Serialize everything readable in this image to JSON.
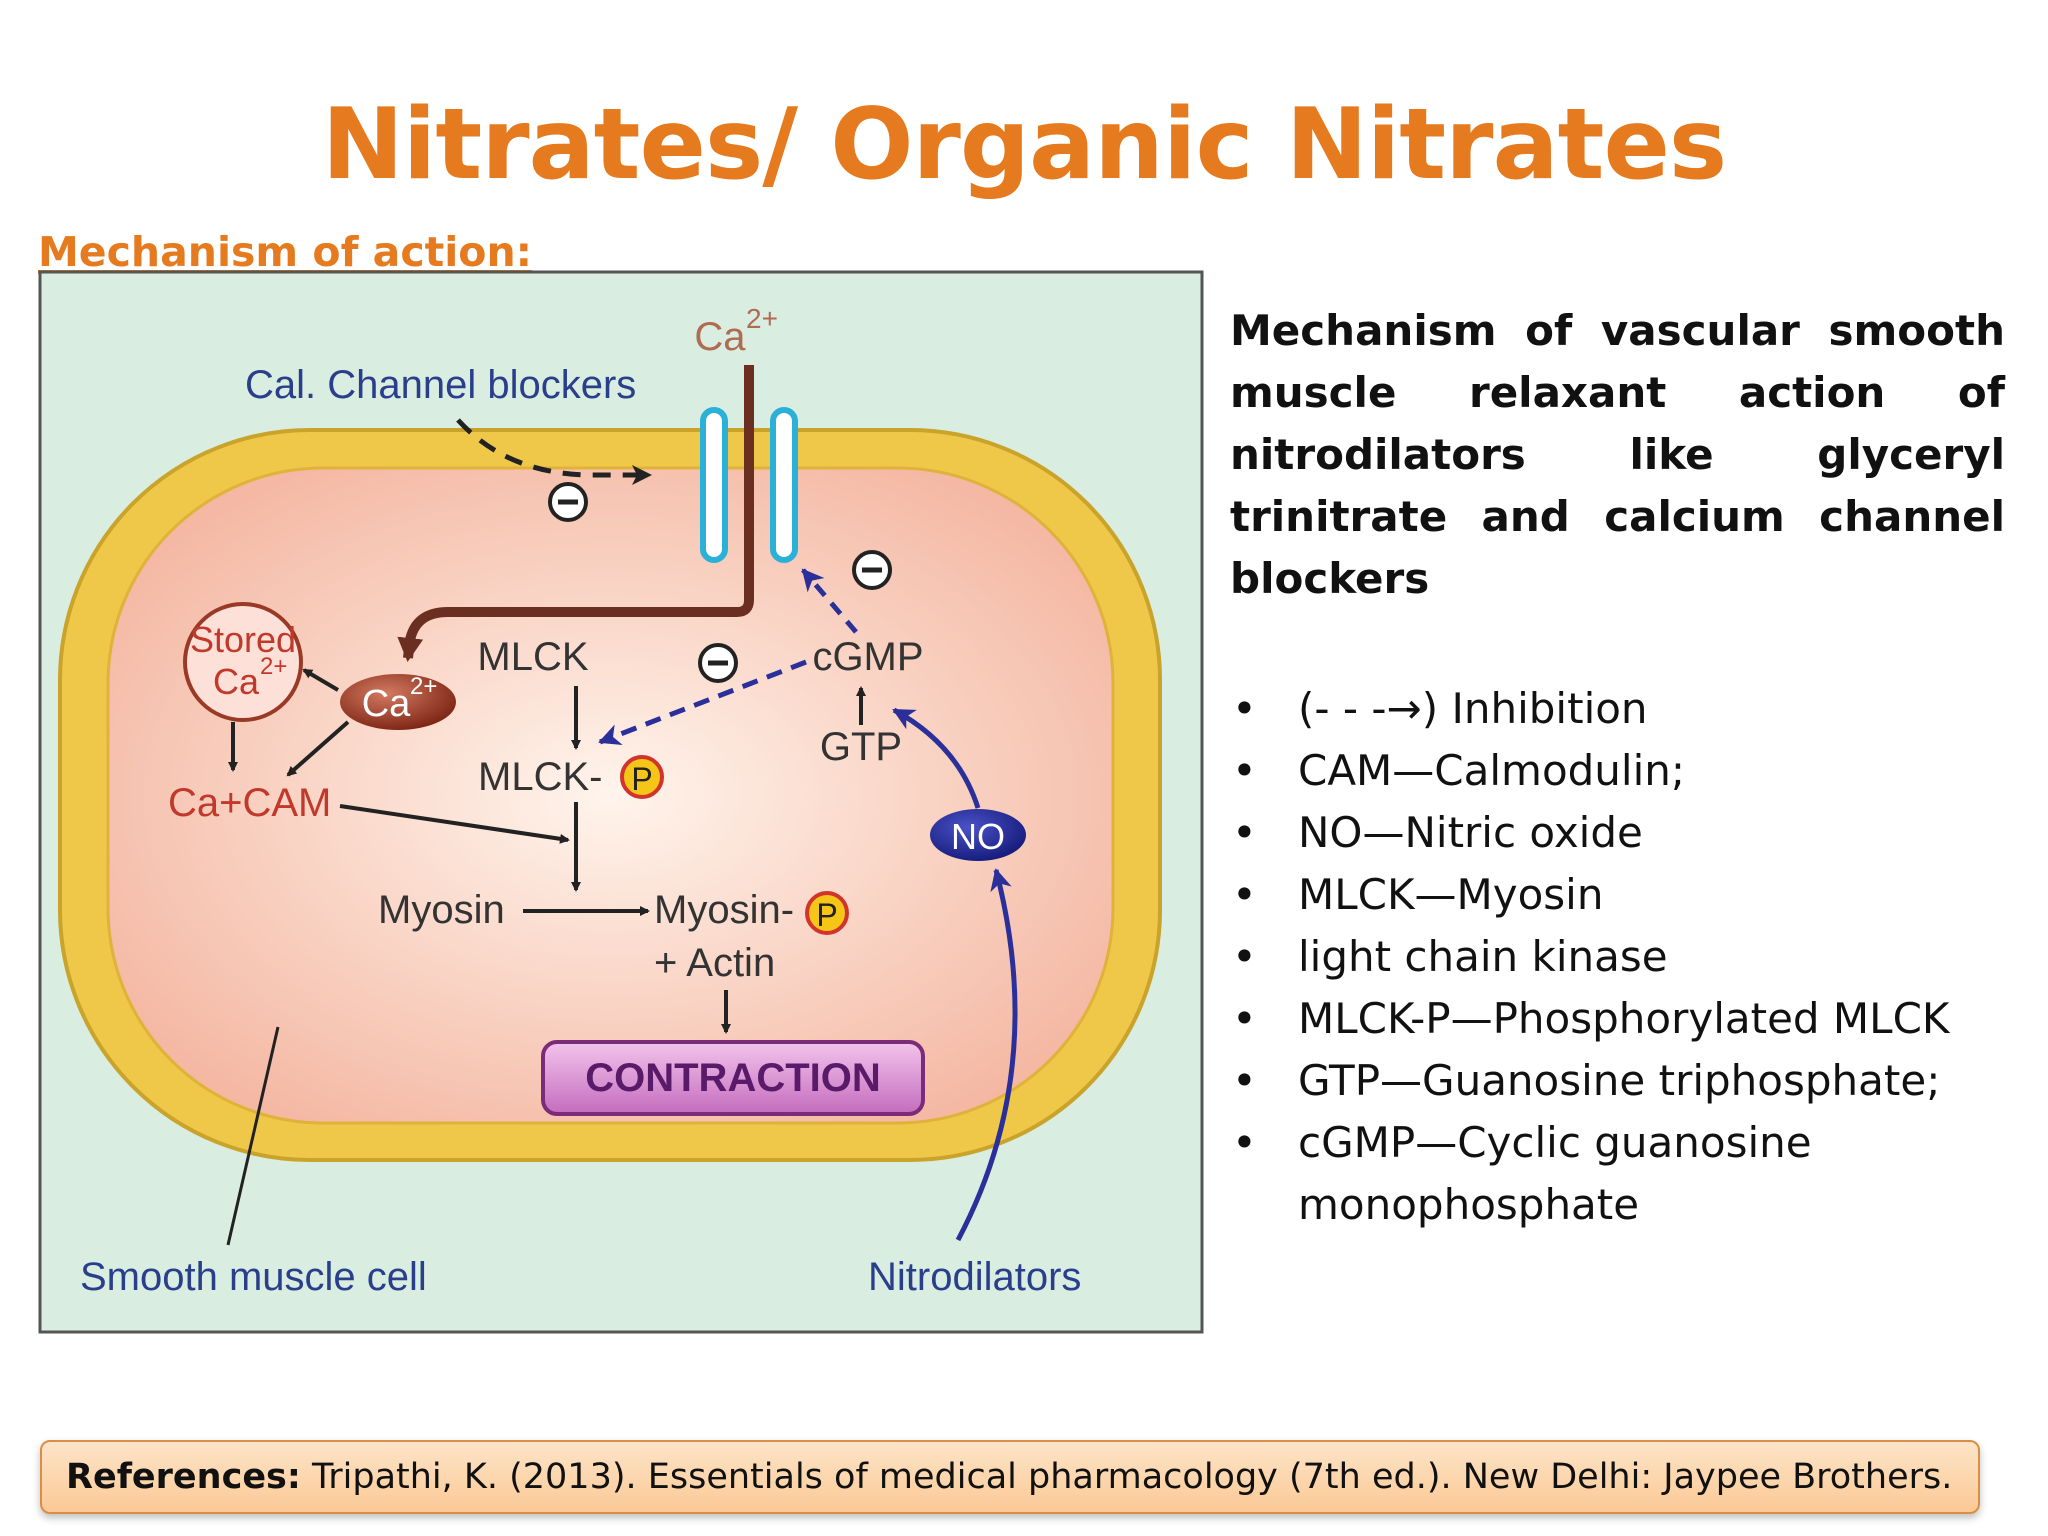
{
  "title": "Nitrates/ Organic Nitrates",
  "subtitle": "Mechanism of action:",
  "description": "Mechanism of vascular smooth muscle relaxant action of nitrodilators like glyceryl trinitrate and calcium channel blockers",
  "legend": [
    "(- - -→) Inhibition",
    "CAM—Calmodulin;",
    "NO—Nitric oxide",
    "MLCK—Myosin",
    "light chain kinase",
    "MLCK-P—Phosphorylated MLCK",
    "GTP—Guanosine triphosphate;",
    "cGMP—Cyclic guanosine monophosphate"
  ],
  "bullet": "•",
  "reference": {
    "label": "References:",
    "text": " Tripathi, K. (2013). Essentials of medical pharmacology (7th ed.). New Delhi: Jaypee Brothers."
  },
  "diagram": {
    "ca_top": "Ca",
    "ca_sup": "2+",
    "cal_channel_blockers": "Cal. Channel blockers",
    "stored": "Stored",
    "stored_ca": "Ca",
    "ca_ion": "Ca",
    "ca_cam": "Ca+CAM",
    "mlck": "MLCK",
    "mlck_p": "MLCK-",
    "p": "P",
    "cgmp": "cGMP",
    "gtp": "GTP",
    "no": "NO",
    "myosin": "Myosin",
    "myosin_p": "Myosin-",
    "actin": "+ Actin",
    "contraction": "CONTRACTION",
    "smooth_muscle_cell": "Smooth muscle cell",
    "nitrodilators": "Nitrodilators",
    "minus": "−"
  }
}
